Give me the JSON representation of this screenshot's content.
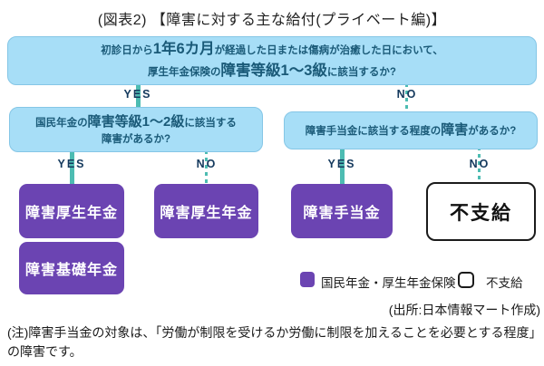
{
  "title": "(図表2) 【障害に対する主な給付(プライベート編)】",
  "colors": {
    "question_box": "#A7DEF7",
    "question_text": "#1A5A78",
    "connector_teal": "#4DBCB2",
    "branch_label": "#14395D",
    "result_purple": "#6B44B2",
    "not_paid_border": "#1b1b1b"
  },
  "flow": {
    "yes": "YES",
    "no": "NO",
    "q1": {
      "l1": {
        "pre": "初診日から",
        "big": "1年6カ月",
        "post": "が経過した日または傷病が治癒した日において、"
      },
      "l2": {
        "pre": "厚生年金保険の",
        "big": "障害等級1〜3級",
        "post": "に該当するか?"
      }
    },
    "q2_left": {
      "l1": {
        "pre": "国民年金の",
        "big": "障害等級1〜2級",
        "post": "に該当する"
      },
      "l2": "障害があるか?"
    },
    "q2_right": {
      "pre": "障害手当金に該当する程度の",
      "big": "障害",
      "post": "があるか?"
    },
    "results": {
      "left_yes_1": "障害厚生年金",
      "left_yes_2": "障害基礎年金",
      "left_no": "障害厚生年金",
      "right_yes": "障害手当金",
      "right_no": "不支給"
    }
  },
  "legend": {
    "pension_label": "国民年金・厚生年金保険",
    "not_paid_label": "不支給"
  },
  "source": "(出所:日本情報マート作成)",
  "note": {
    "line1": "(注)障害手当金の対象は、「労働が制限を受けるか労働に制限を加えることを必要とする程度」",
    "line2": "の障害です。"
  }
}
